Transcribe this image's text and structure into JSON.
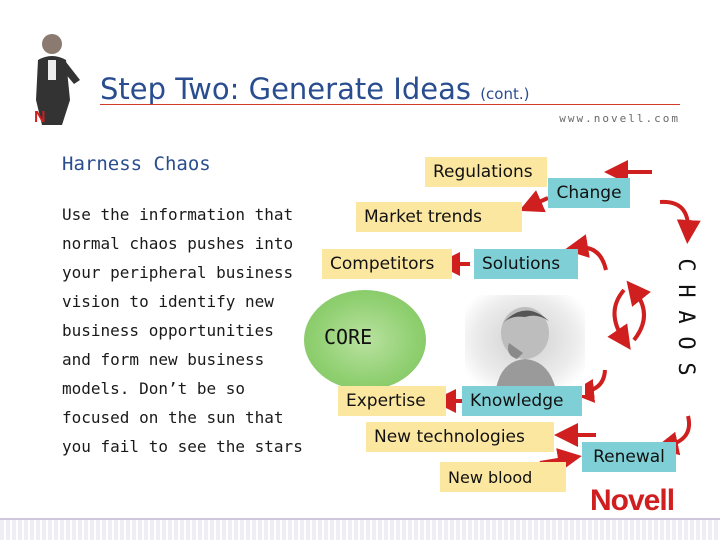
{
  "slide": {
    "title": "Step Two: Generate Ideas",
    "title_suffix": "(cont.)",
    "url": "www.novell.com",
    "subtitle": "Harness Chaos",
    "body": "Use the information that normal chaos pushes into your peripheral business vision to identify new business opportunities and form new business models. Don’t be so focused on the sun that you fail to see the stars"
  },
  "diagram": {
    "regulations": "Regulations",
    "change": "Change",
    "market_trends": "Market trends",
    "competitors": "Competitors",
    "solutions": "Solutions",
    "core": "CORE",
    "expertise": "Expertise",
    "knowledge": "Knowledge",
    "new_technologies": "New technologies",
    "new_blood": "New blood",
    "renewal": "Renewal",
    "chaos": [
      "C",
      "H",
      "A",
      "O",
      "S"
    ]
  },
  "brand": {
    "logo_text": "Novell",
    "accent_color": "#d01f1f",
    "title_color": "#2a4d8f"
  }
}
